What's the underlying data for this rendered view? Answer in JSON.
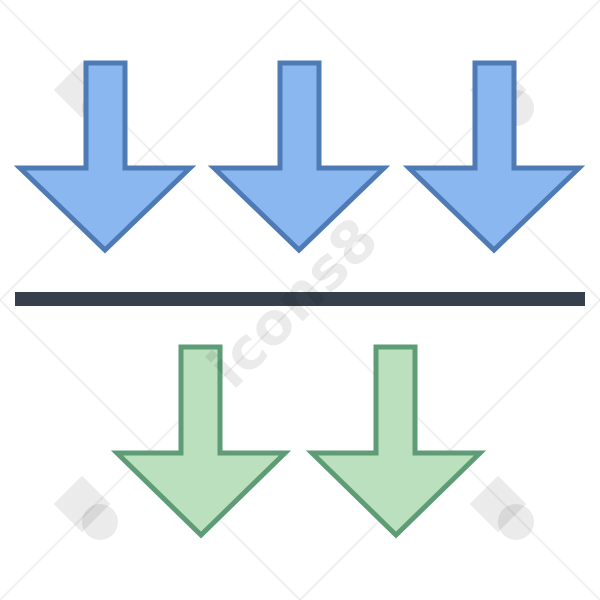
{
  "icon": {
    "name": "download-multiple-icon"
  },
  "colors": {
    "top_arrow_fill": "#8bb7f0",
    "top_arrow_stroke": "#4e7ab5",
    "bottom_arrow_fill": "#bae0bd",
    "bottom_arrow_stroke": "#5e9c76",
    "divider": "#36404d",
    "watermark": "#000000"
  },
  "watermark": {
    "text": "icons8"
  },
  "arrows": {
    "top_count": 3,
    "bottom_count": 2
  }
}
